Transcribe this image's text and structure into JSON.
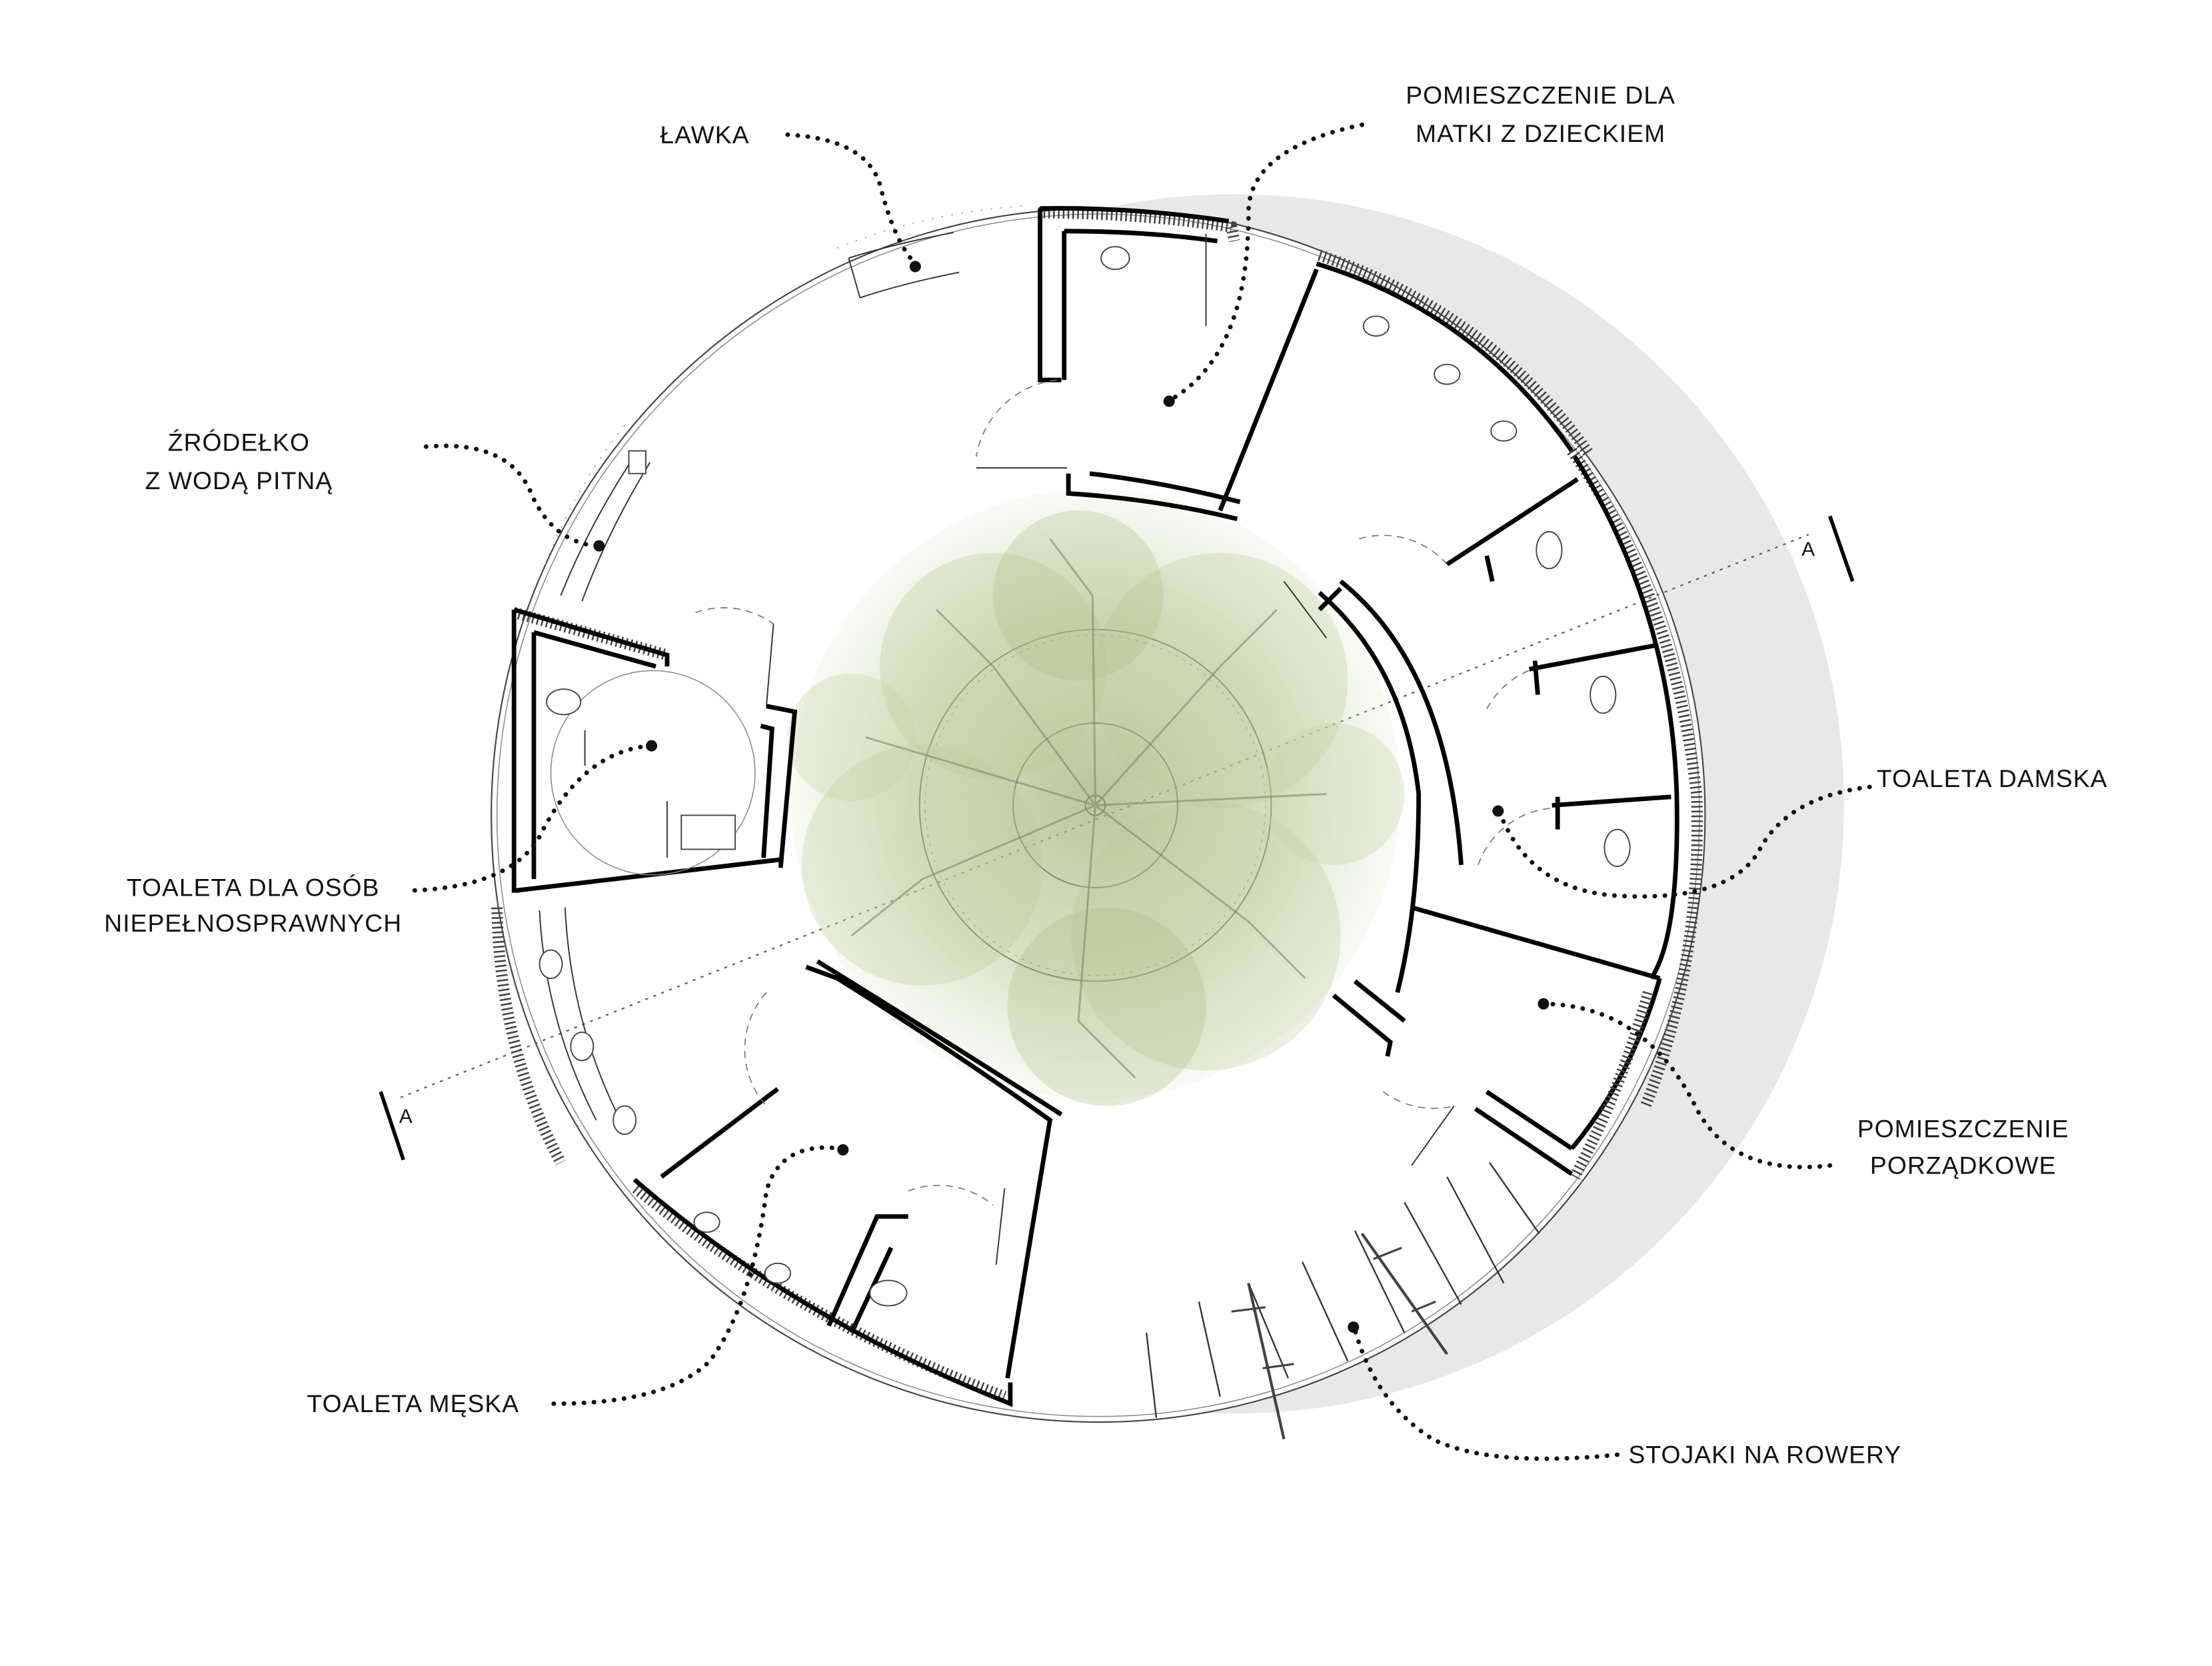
{
  "labels": {
    "lawka": "ŁAWKA",
    "mother_child_line1": "POMIESZCZENIE DLA",
    "mother_child_line2": "MATKI Z DZIECKIEM",
    "fountain_line1": "ŹRÓDEŁKO",
    "fountain_line2": "Z WODĄ PITNĄ",
    "accessible_line1": "TOALETA DLA OSÓB",
    "accessible_line2": "NIEPEŁNOSPRAWNYCH",
    "womens": "TOALETA DAMSKA",
    "cleaning_line1": "POMIESZCZENIE",
    "cleaning_line2": "PORZĄDKOWE",
    "mens": "TOALETA MĘSKA",
    "bike_racks": "STOJAKI NA ROWERY"
  },
  "section_marks": [
    "A",
    "A"
  ],
  "colors": {
    "shadow": "#e8e8e8",
    "tree_canopy": "#b9ca95",
    "ink": "#111111",
    "background": "#ffffff"
  }
}
